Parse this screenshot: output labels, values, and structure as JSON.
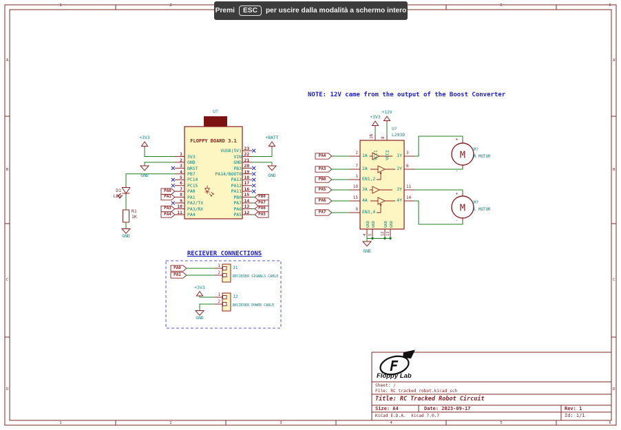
{
  "banner": {
    "prefix": "Premi",
    "key": "ESC",
    "suffix": "per uscire dalla modalità a schermo intero"
  },
  "note": "NOTE: 12V came from the output of the Boost Converter",
  "frame": {
    "cols": [
      "1",
      "2",
      "3",
      "4",
      "5",
      "6"
    ],
    "rows": [
      "A",
      "B",
      "C",
      "D"
    ]
  },
  "colors": {
    "symbol_outline": "#8a2021",
    "symbol_fill": "#fdf5c2",
    "wire_green": "#1f7d1f",
    "pin_name_teal": "#0f8080",
    "no_connect_blue": "#2020c8",
    "note_blue": "#1d1dc4",
    "banner_bg": "#3c3c3c"
  },
  "floppy": {
    "ref": "U?",
    "name": "FLOPPY BOARD 3.1",
    "left_names": [
      "",
      "3V3",
      "GND",
      "NRST",
      "PB7",
      "PC14",
      "PC15",
      "PA0",
      "PA1",
      "PA2/TX",
      "PA3/RX",
      "PA4"
    ],
    "left_nums": [
      "",
      "1",
      "2",
      "3",
      "4",
      "5",
      "6",
      "7",
      "8",
      "9",
      "10",
      "11"
    ],
    "right_names": [
      "VUSB(5V)",
      "VIN",
      "GND",
      "PB3",
      "PA14/BOOT0",
      "PA13",
      "PA12",
      "PA11",
      "PB0",
      "PA7",
      "PA6",
      "PA5"
    ],
    "right_nums": [
      "23",
      "22",
      "21",
      "20",
      "19",
      "18",
      "17",
      "16",
      "15",
      "14",
      "13",
      "12"
    ]
  },
  "power": {
    "v3v3": "+3V3",
    "vbatt": "+BATT",
    "v12": "+12V",
    "gnd": "GND"
  },
  "led": {
    "ref": "D1",
    "value": "LED"
  },
  "resistor": {
    "ref": "R1",
    "value": "1K"
  },
  "net_labels": {
    "pa0": "PA0",
    "pa1": "PA1",
    "pa3": "PA3",
    "pa4": "PA4",
    "pb0": "PB0",
    "pa7": "PA7",
    "pa6": "PA6",
    "pa5": "PA5"
  },
  "l293d": {
    "ref": "U?",
    "value": "L293D",
    "left": [
      {
        "num": "2",
        "name": "1A",
        "tag": "PA4"
      },
      {
        "num": "7",
        "name": "2A",
        "tag": "PA3"
      },
      {
        "num": "1",
        "name": "EN1,2",
        "tag": "PB0"
      },
      {
        "num": "10",
        "name": "3A",
        "tag": "PA5"
      },
      {
        "num": "15",
        "name": "4A",
        "tag": "PA6"
      },
      {
        "num": "9",
        "name": "EN3,4",
        "tag": "PA7"
      }
    ],
    "right": [
      {
        "num": "3",
        "name": "1Y"
      },
      {
        "num": "6",
        "name": "2Y"
      },
      {
        "num": "11",
        "name": "3Y"
      },
      {
        "num": "14",
        "name": "4Y"
      }
    ],
    "top": [
      {
        "num": "16",
        "name": "VCC1"
      },
      {
        "num": "8",
        "name": "VCC2"
      }
    ],
    "bottom": [
      {
        "num": "4",
        "name": "GND"
      },
      {
        "num": "5",
        "name": "GND"
      },
      {
        "num": "12",
        "name": "GND"
      },
      {
        "num": "13",
        "name": "GND"
      }
    ]
  },
  "motors": {
    "m_letter": "M",
    "plus": "+",
    "minus": "-",
    "right": {
      "ref": "M?",
      "label": "R MOTOR"
    },
    "left": {
      "ref": "M?",
      "label": "L MOTOR"
    }
  },
  "receiver": {
    "title": "RECIEVER CONNECTIONS",
    "j1": {
      "ref": "J1",
      "label": "RECIEVER SIGNALS CABLE",
      "pin1": "1",
      "pin2": "2"
    },
    "j2": {
      "ref": "J2",
      "label": "RECIEVER POWER CABLE",
      "pin1": "1",
      "pin2": "2"
    }
  },
  "title_block": {
    "logo": "Floppy Lab",
    "logo_letter": "F",
    "sheet": "Sheet: /",
    "file": "File: RC tracked robot.kicad_sch",
    "title": "Title: RC Tracked Robot Circuit",
    "size": "Size: A4",
    "date": "Date: 2023-09-17",
    "rev": "Rev: 1",
    "tool": "KiCad E.D.A.  kicad 7.0.7",
    "id": "Id: 1/1"
  }
}
